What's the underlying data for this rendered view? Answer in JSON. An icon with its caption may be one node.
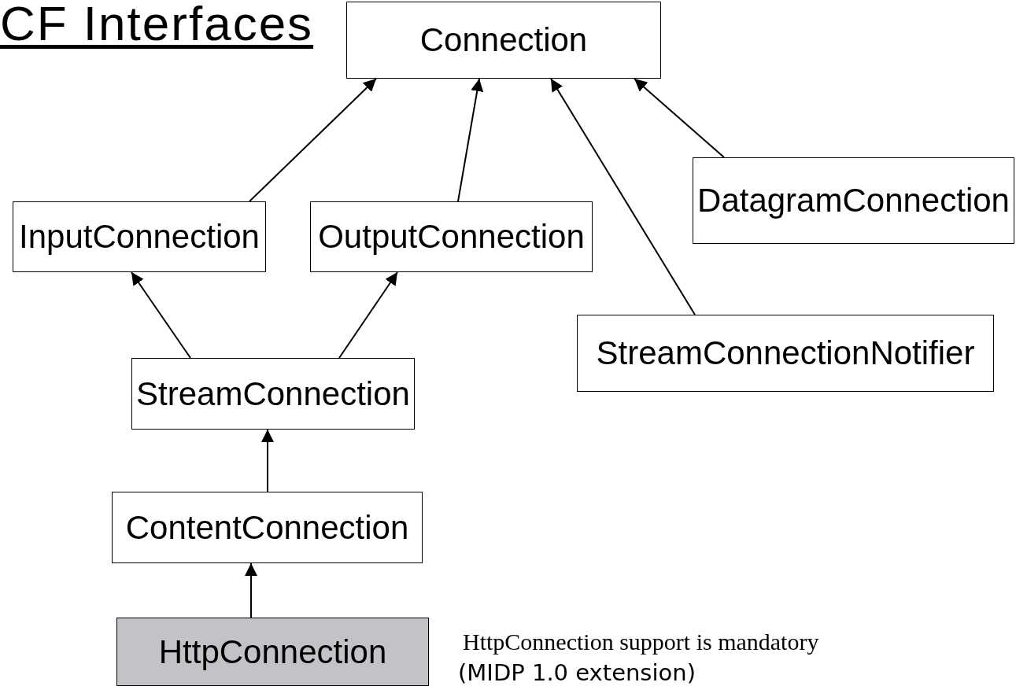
{
  "diagram": {
    "title": "CF Interfaces",
    "nodes": [
      {
        "text": [
          "Connection"
        ]
      },
      {
        "text": [
          "InputConnection"
        ]
      },
      {
        "text": [
          "OutputConnection"
        ]
      },
      {
        "text": [
          "DatagramConnection"
        ]
      },
      {
        "text": [
          "StreamConnectionNotifier"
        ]
      },
      {
        "text": [
          "StreamConnection"
        ]
      },
      {
        "text": [
          "ContentConnection"
        ]
      },
      {
        "text": [
          "HttpConnection"
        ]
      }
    ],
    "edges": [
      {
        "from": 1,
        "to": 0,
        "arrow": "to"
      },
      {
        "from": 2,
        "to": 0,
        "arrow": "to"
      },
      {
        "from": 4,
        "to": 0,
        "arrow": "to"
      },
      {
        "from": 3,
        "to": 0,
        "arrow": "to"
      },
      {
        "from": 5,
        "to": 1,
        "arrow": "to"
      },
      {
        "from": 5,
        "to": 2,
        "arrow": "to"
      },
      {
        "from": 6,
        "to": 5,
        "arrow": "to"
      },
      {
        "from": 7,
        "to": 6,
        "arrow": "to"
      }
    ],
    "labels": [
      "HttpConnection support is mandatory",
      "(MIDP 1.0 extension)"
    ]
  }
}
